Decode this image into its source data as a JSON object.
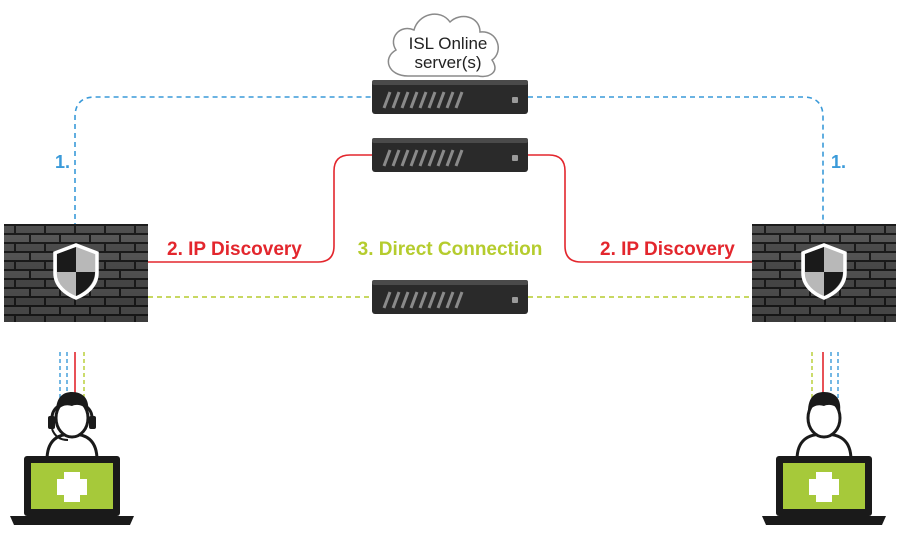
{
  "cloud": {
    "line1": "ISL Online",
    "line2": "server(s)"
  },
  "labels": {
    "step1_left": "1.",
    "step1_right": "1.",
    "ip_left": "2. IP Discovery",
    "ip_right": "2. IP Discovery",
    "direct": "3. Direct Connection"
  },
  "colors": {
    "step1": "#3a9ad9",
    "ip_discovery": "#e3262d",
    "direct_connection": "#b5cc2e",
    "server": "#2a2a2a",
    "screen": "#a6c93a"
  },
  "icons": {
    "firewall": "brick-wall-shield-icon",
    "server": "rack-server-icon",
    "cloud": "cloud-icon",
    "user": "user-with-headset-icon",
    "laptop": "laptop-plus-icon"
  }
}
